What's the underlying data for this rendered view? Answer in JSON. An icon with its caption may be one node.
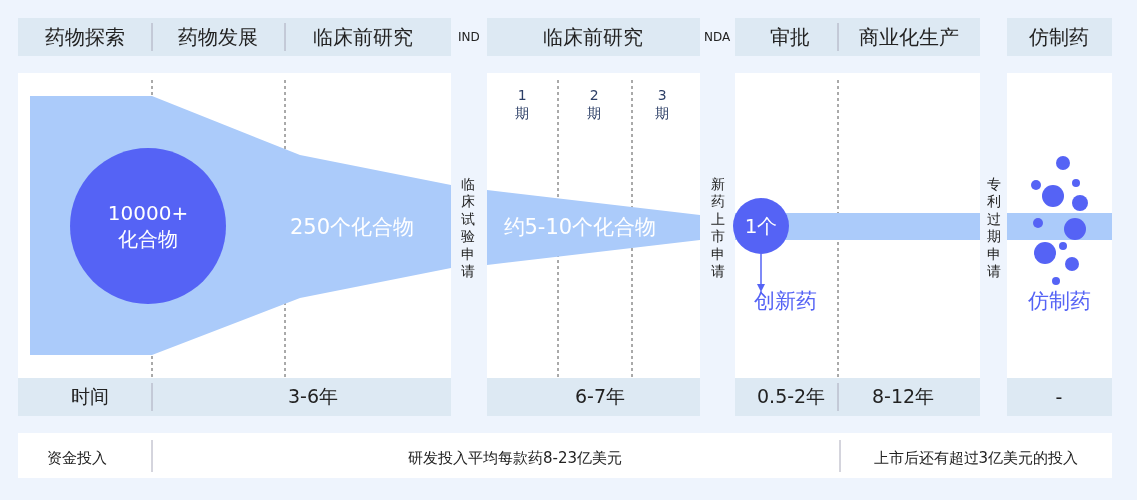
{
  "diagram": {
    "nodes": [
      {
        "text": [
          "10000+ 化合物"
        ]
      },
      {
        "text": [
          "1个"
        ]
      },
      {
        "text": [
          "创新药"
        ]
      }
    ],
    "edges": [
      {
        "from": 1,
        "to": 2,
        "arrow": "to"
      }
    ],
    "labels": [
      "药物探索",
      "药物发展",
      "临床前研究",
      "IND",
      "临床前研究",
      "NDA",
      "审批",
      "商业化生产",
      "仿制药",
      "1期",
      "2期",
      "3期",
      "250个化合物",
      "临床试验申请",
      "约5-10个化合物",
      "新药上市申请",
      "专利过期申请",
      "仿制药",
      "时间",
      "3-6年",
      "6-7年",
      "0.5-2年",
      "8-12年",
      "-",
      "资金投入",
      "研发投入平均每款药8-23亿美元",
      "上市后还有超过3亿美元的投入"
    ]
  }
}
